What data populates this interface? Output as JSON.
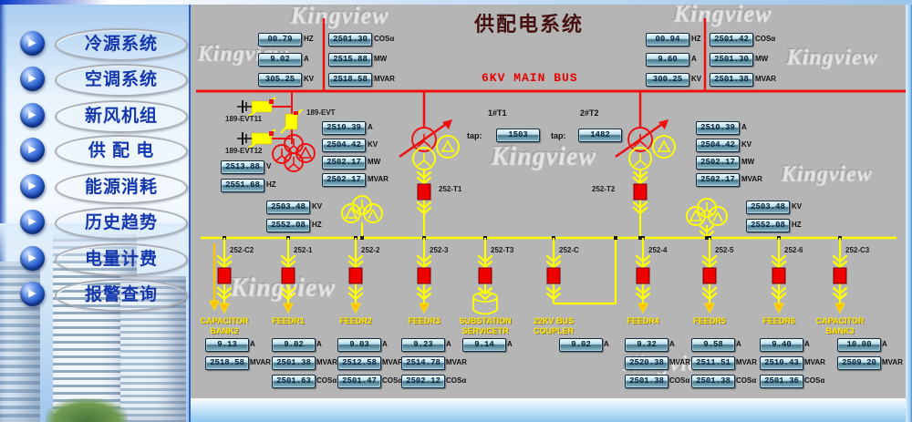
{
  "header": {
    "title": "供配电系统"
  },
  "bus": {
    "main_label": "6KV MAIN BUS"
  },
  "watermark": {
    "text": "Kingview"
  },
  "sidebar": {
    "items": [
      {
        "label": "冷源系统"
      },
      {
        "label": "空调系统"
      },
      {
        "label": "新风机组"
      },
      {
        "label": "供 配 电"
      },
      {
        "label": "能源消耗"
      },
      {
        "label": "历史趋势"
      },
      {
        "label": "电量计费"
      },
      {
        "label": "报警查询"
      }
    ]
  },
  "incomers": {
    "left": {
      "col1": [
        {
          "value": "00.79",
          "unit": "HZ"
        },
        {
          "value": "9.02",
          "unit": "A"
        },
        {
          "value": "305.25",
          "unit": "KV"
        }
      ],
      "col2": [
        {
          "value": "2501.30",
          "unit": "COSα"
        },
        {
          "value": "2515.88",
          "unit": "MW"
        },
        {
          "value": "2518.58",
          "unit": "MVAR"
        }
      ]
    },
    "right": {
      "col1": [
        {
          "value": "00.94",
          "unit": "HZ"
        },
        {
          "value": "9.60",
          "unit": "A"
        },
        {
          "value": "300.25",
          "unit": "KV"
        }
      ],
      "col2": [
        {
          "value": "2501.42",
          "unit": "COSα"
        },
        {
          "value": "2501.30",
          "unit": "MW"
        },
        {
          "value": "2501.38",
          "unit": "MVAR"
        }
      ]
    }
  },
  "evt": {
    "labels": [
      "189-EVT11",
      "189-EVT",
      "189-EVT12"
    ],
    "meters": [
      {
        "value": "2513.88",
        "unit": "V"
      },
      {
        "value": "2551.68",
        "unit": "HZ"
      }
    ]
  },
  "transformers": [
    {
      "name": "1#T1",
      "tap_label": "tap:",
      "tap_value": "1503",
      "breaker_id": "252-T1",
      "hv_meters": [
        {
          "value": "2510.39",
          "unit": "A"
        },
        {
          "value": "2504.42",
          "unit": "KV"
        },
        {
          "value": "2502.17",
          "unit": "MW"
        },
        {
          "value": "2502.17",
          "unit": "MVAR"
        }
      ],
      "lv_meters": [
        {
          "value": "2503.48",
          "unit": "KV"
        },
        {
          "value": "2552.08",
          "unit": "HZ"
        }
      ]
    },
    {
      "name": "2#T2",
      "tap_label": "tap:",
      "tap_value": "1482",
      "breaker_id": "252-T2",
      "hv_meters": [
        {
          "value": "2510.39",
          "unit": "A"
        },
        {
          "value": "2504.42",
          "unit": "KV"
        },
        {
          "value": "2502.17",
          "unit": "MW"
        },
        {
          "value": "2502.17",
          "unit": "MVAR"
        }
      ],
      "lv_meters": [
        {
          "value": "2503.48",
          "unit": "KV"
        },
        {
          "value": "2552.08",
          "unit": "HZ"
        }
      ]
    }
  ],
  "feeders": [
    {
      "id": "252-C2",
      "name_lines": [
        "CAPACITOR",
        "BANK2"
      ],
      "meters": [
        {
          "value": "9.13",
          "unit": "A"
        },
        {
          "value": "2518.58",
          "unit": "MVAR"
        }
      ]
    },
    {
      "id": "252-1",
      "name_lines": [
        "FEEDR1"
      ],
      "meters": [
        {
          "value": "9.02",
          "unit": "A"
        },
        {
          "value": "2501.38",
          "unit": "MVAR"
        },
        {
          "value": "2501.63",
          "unit": "COSα"
        }
      ]
    },
    {
      "id": "252-2",
      "name_lines": [
        "FEEDR2"
      ],
      "meters": [
        {
          "value": "9.03",
          "unit": "A"
        },
        {
          "value": "2512.58",
          "unit": "MVAR"
        },
        {
          "value": "2501.47",
          "unit": "COSα"
        }
      ]
    },
    {
      "id": "252-3",
      "name_lines": [
        "FEEDR3"
      ],
      "meters": [
        {
          "value": "9.23",
          "unit": "A"
        },
        {
          "value": "2514.78",
          "unit": "MVAR"
        },
        {
          "value": "2502.12",
          "unit": "COSα"
        }
      ]
    },
    {
      "id": "252-T3",
      "name_lines": [
        "SUBSTATION",
        "SERVICETR"
      ],
      "meters": [
        {
          "value": "9.14",
          "unit": "A"
        }
      ]
    },
    {
      "id": "252-C",
      "name_lines": [
        "22KV BUS",
        "COUPLER"
      ],
      "meters": [
        {
          "value": "9.02",
          "unit": "A"
        }
      ]
    },
    {
      "id": "252-4",
      "name_lines": [
        "FEEDR4"
      ],
      "meters": [
        {
          "value": "9.32",
          "unit": "A"
        },
        {
          "value": "2520.38",
          "unit": "MVAR"
        },
        {
          "value": "2501.38",
          "unit": "COSα"
        }
      ]
    },
    {
      "id": "252-5",
      "name_lines": [
        "FEEDR5"
      ],
      "meters": [
        {
          "value": "9.58",
          "unit": "A"
        },
        {
          "value": "2511.51",
          "unit": "MVAR"
        },
        {
          "value": "2501.38",
          "unit": "COSα"
        }
      ]
    },
    {
      "id": "252-6",
      "name_lines": [
        "FEEDR6"
      ],
      "meters": [
        {
          "value": "9.40",
          "unit": "A"
        },
        {
          "value": "2510.43",
          "unit": "MVAR"
        },
        {
          "value": "2501.36",
          "unit": "COSα"
        }
      ]
    },
    {
      "id": "252-C3",
      "name_lines": [
        "CAPACITOR",
        "BANK3"
      ],
      "meters": [
        {
          "value": "10.00",
          "unit": "A"
        },
        {
          "value": "2509.20",
          "unit": "MVAR"
        }
      ]
    }
  ],
  "colors": {
    "accent_red": "#e80000",
    "line_yellow": "#ffff00",
    "panel_gray": "#b5b5b5",
    "sidebar_text": "#1437ad"
  }
}
